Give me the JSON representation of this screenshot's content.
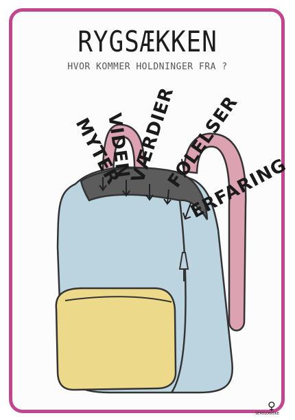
{
  "title": "RYGSÆKKEN",
  "subtitle": "HVOR KOMMER HOLDNINGER FRA ?",
  "words": {
    "myter": "MYTER",
    "viden": "VIDEN",
    "vaerdier": "VÆRDIER",
    "foelelser": "FØLELSER",
    "erfaring": "ERFARING"
  },
  "colors": {
    "frame": "#c0468f",
    "backpack": "#bcd4df",
    "pocket": "#ecd98a",
    "straps": "#dca2b2",
    "opening": "#5c5c5c"
  },
  "logo": {
    "icon": "venus-symbol-icon",
    "text": "SEXOLOGISKE"
  }
}
